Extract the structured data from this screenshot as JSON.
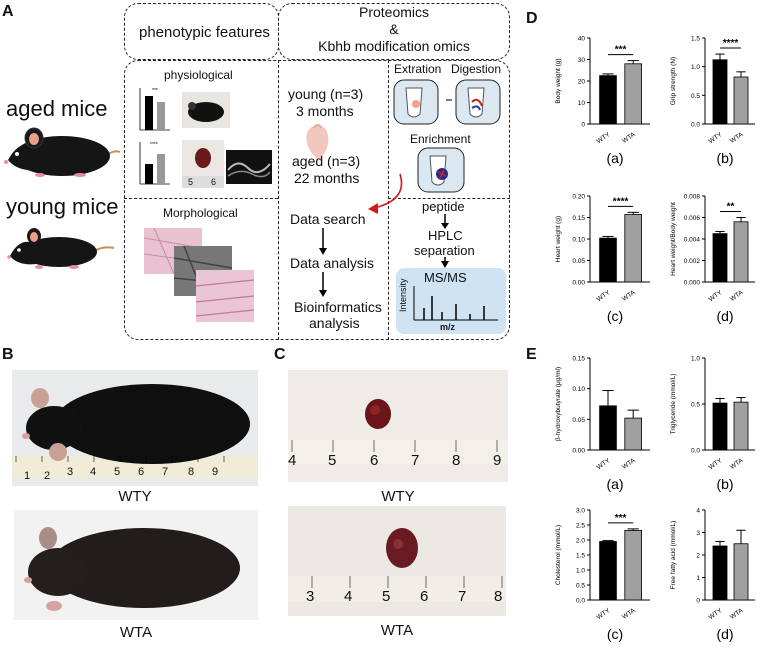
{
  "panel_A": {
    "letter": "A",
    "aged_label": "aged mice",
    "young_label": "young mice",
    "box_phenotypic": "phenotypic features",
    "box_proteomics_line1": "Proteomics",
    "box_proteomics_line2": "&",
    "box_proteomics_line3": "Kbhb modification omics",
    "physiological": "physiological",
    "morphological": "Morphological",
    "young_n": "young (n=3)",
    "young_age": "3 months",
    "aged_n": "aged (n=3)",
    "aged_age": "22 months",
    "extraction": "Extration",
    "digestion": "Digestion",
    "enrichment": "Enrichment",
    "peptide": "peptide",
    "hplc1": "HPLC",
    "hplc2": "separation",
    "msms": "MS/MS",
    "intensity": "Intensity",
    "mz": "m/z",
    "data_search": "Data search",
    "data_analysis": "Data analysis",
    "bioinf1": "Bioinformatics",
    "bioinf2": "analysis",
    "ruler_5": "5",
    "ruler_6": "6"
  },
  "panel_B": {
    "letter": "B",
    "top_caption": "WTY",
    "bottom_caption": "WTA",
    "ruler_labels": [
      "1",
      "2",
      "3",
      "4",
      "5",
      "6",
      "7",
      "8",
      "9"
    ]
  },
  "panel_C": {
    "letter": "C",
    "top_caption": "WTY",
    "bottom_caption": "WTA",
    "top_ruler": [
      "4",
      "5",
      "6",
      "7",
      "8",
      "9"
    ],
    "bottom_ruler": [
      "3",
      "4",
      "5",
      "6",
      "7",
      "8"
    ]
  },
  "panel_D": {
    "letter": "D"
  },
  "panel_E": {
    "letter": "E"
  },
  "colors": {
    "wty": "#000000",
    "wta": "#a0a0a0",
    "heart": "#8c1f24",
    "ms_bg": "#cfe3f3"
  },
  "chart_data": [
    {
      "type": "bar",
      "panel": "D",
      "sub": "(a)",
      "ylabel": "Body weight (g)",
      "categories": [
        "WTY",
        "WTA"
      ],
      "values": [
        22.5,
        28
      ],
      "errors": [
        0.8,
        1.5
      ],
      "ylim": [
        0,
        40
      ],
      "ticks": [
        "0",
        "10",
        "20",
        "30",
        "40"
      ],
      "sig": "***"
    },
    {
      "type": "bar",
      "panel": "D",
      "sub": "(b)",
      "ylabel": "Grip strength (N)",
      "categories": [
        "WTY",
        "WTA"
      ],
      "values": [
        1.12,
        0.82
      ],
      "errors": [
        0.1,
        0.09
      ],
      "ylim": [
        0,
        1.5
      ],
      "ticks": [
        "0.0",
        "0.5",
        "1.0",
        "1.5"
      ],
      "sig": "****"
    },
    {
      "type": "bar",
      "panel": "D",
      "sub": "(c)",
      "ylabel": "Heart weight (g)",
      "categories": [
        "WTY",
        "WTA"
      ],
      "values": [
        0.102,
        0.157
      ],
      "errors": [
        0.004,
        0.005
      ],
      "ylim": [
        0,
        0.2
      ],
      "ticks": [
        "0.00",
        "0.05",
        "0.10",
        "0.15",
        "0.20"
      ],
      "sig": "****"
    },
    {
      "type": "bar",
      "panel": "D",
      "sub": "(d)",
      "ylabel": "Heart weight/Body weight",
      "categories": [
        "WTY",
        "WTA"
      ],
      "values": [
        0.0045,
        0.0056
      ],
      "errors": [
        0.0002,
        0.0004
      ],
      "ylim": [
        0,
        0.008
      ],
      "ticks": [
        "0.000",
        "0.002",
        "0.004",
        "0.006",
        "0.008"
      ],
      "sig": "**"
    },
    {
      "type": "bar",
      "panel": "E",
      "sub": "(a)",
      "ylabel": "β-hydroxybutyrate (μg/ml)",
      "categories": [
        "WTY",
        "WTA"
      ],
      "values": [
        0.072,
        0.052
      ],
      "errors": [
        0.025,
        0.013
      ],
      "ylim": [
        0,
        0.15
      ],
      "ticks": [
        "0.00",
        "0.05",
        "0.10",
        "0.15"
      ],
      "sig": ""
    },
    {
      "type": "bar",
      "panel": "E",
      "sub": "(b)",
      "ylabel": "Triglyceride (mmol/L)",
      "categories": [
        "WTY",
        "WTA"
      ],
      "values": [
        0.51,
        0.52
      ],
      "errors": [
        0.05,
        0.05
      ],
      "ylim": [
        0,
        1.0
      ],
      "ticks": [
        "0.0",
        "0.5",
        "1.0"
      ],
      "sig": ""
    },
    {
      "type": "bar",
      "panel": "E",
      "sub": "(c)",
      "ylabel": "Cholesterol (mmol/L)",
      "categories": [
        "WTY",
        "WTA"
      ],
      "values": [
        1.95,
        2.32
      ],
      "errors": [
        0.03,
        0.05
      ],
      "ylim": [
        0,
        3.0
      ],
      "ticks": [
        "0.0",
        "0.5",
        "1.0",
        "1.5",
        "2.0",
        "2.5",
        "3.0"
      ],
      "sig": "***"
    },
    {
      "type": "bar",
      "panel": "E",
      "sub": "(d)",
      "ylabel": "Free fatty acid (mmol/L)",
      "categories": [
        "WTY",
        "WTA"
      ],
      "values": [
        2.4,
        2.5
      ],
      "errors": [
        0.2,
        0.6
      ],
      "ylim": [
        0,
        4
      ],
      "ticks": [
        "0",
        "1",
        "2",
        "3",
        "4"
      ],
      "sig": ""
    }
  ]
}
